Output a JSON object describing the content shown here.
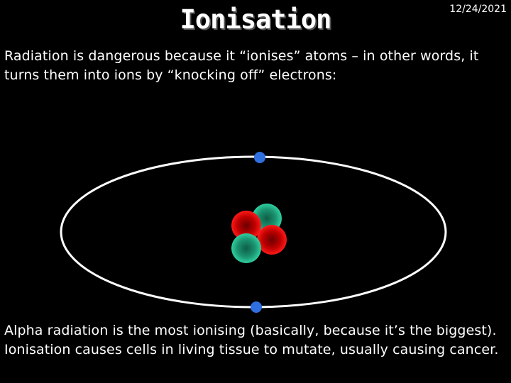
{
  "slide": {
    "title": "Ionisation",
    "date": "12/24/2021",
    "intro_text": "Radiation is dangerous because it “ionises” atoms – in other words, it turns them into ions by “knocking off” electrons:",
    "footer_text": "Alpha radiation is the most ionising (basically, because it’s the biggest).  Ionisation causes cells in living tissue to mutate, usually causing cancer."
  },
  "atom_diagram": {
    "electron_count": 2,
    "proton_count": 2,
    "neutron_count": 2,
    "colors": {
      "orbit": "#ffffff",
      "electron": "#2f6fe0",
      "proton": "#e00000",
      "neutron": "#1fa37a"
    }
  }
}
